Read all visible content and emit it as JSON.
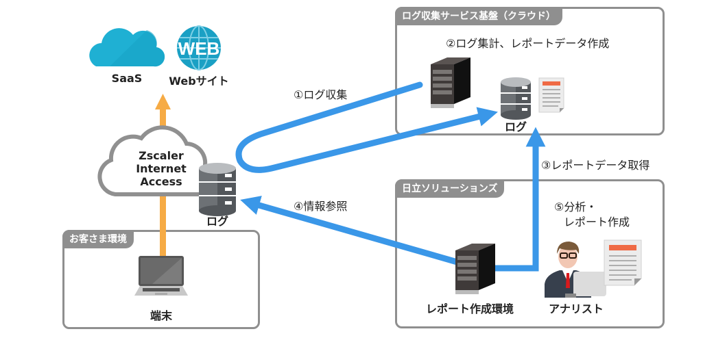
{
  "colors": {
    "arrow_blue": "#3a97e8",
    "arrow_orange": "#f6ab45",
    "panel_gray": "#8f8f8f",
    "cloud_blue": "#1fb0d3",
    "web_globe": "#1aa0c4",
    "doc_accent": "#ef6a45"
  },
  "top_services": {
    "saas": {
      "icon": "cloud-icon",
      "label": "SaaS"
    },
    "web": {
      "icon": "globe-icon",
      "badge": "WEB",
      "label": "Webサイト"
    }
  },
  "zscaler": {
    "cloud_text": [
      "Zscaler",
      "Internet",
      "Access"
    ],
    "log_label": "ログ"
  },
  "customer": {
    "title": "お客さま環境",
    "device_label": "端末"
  },
  "log_platform": {
    "title": "ログ収集サービス基盤（クラウド）",
    "step2": "②ログ集計、レポートデータ作成",
    "log_label": "ログ"
  },
  "hitachi": {
    "title": "日立ソリューションズ",
    "report_env_label": "レポート作成環境",
    "analyst_label": "アナリスト",
    "step5": [
      "⑤分析・",
      "レポート作成"
    ]
  },
  "steps": {
    "step1": "①ログ収集",
    "step3": "③レポートデータ取得",
    "step4": "④情報参照"
  }
}
